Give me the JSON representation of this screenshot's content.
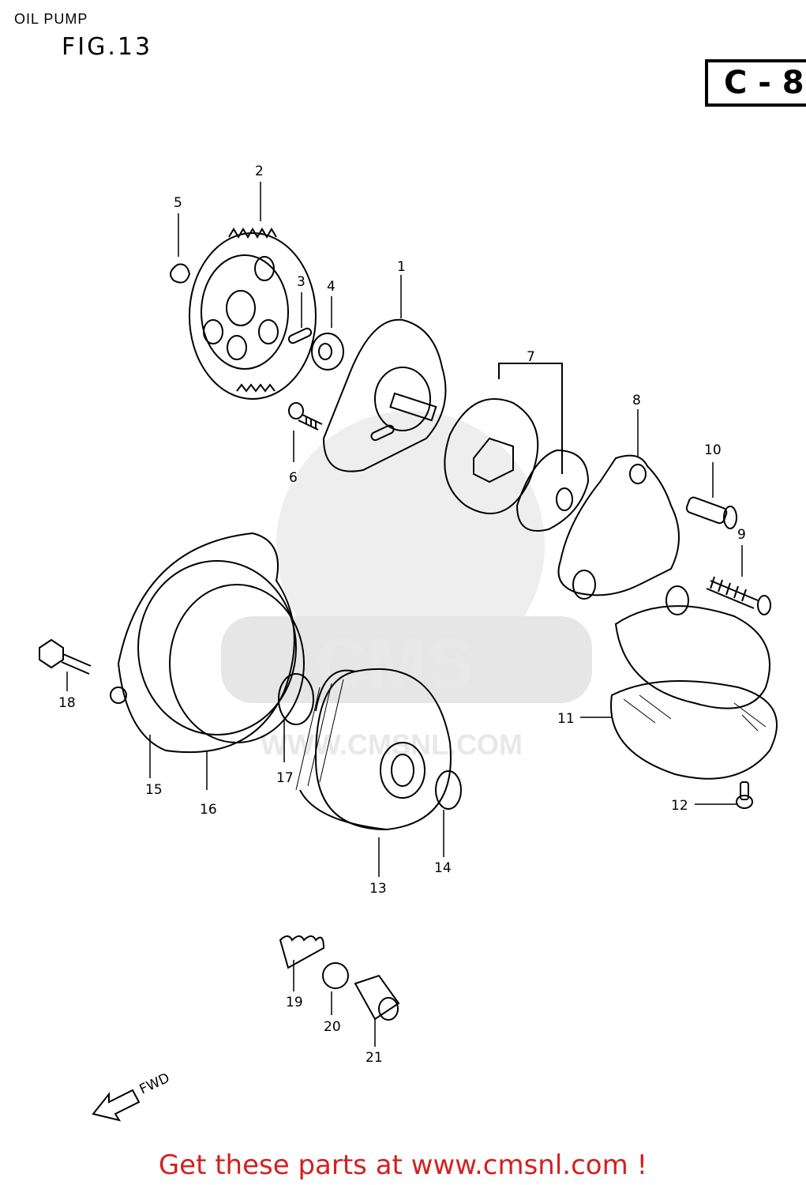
{
  "header": {
    "section_title": "OIL PUMP",
    "figure_label": "FIG.13",
    "ref_box": "C - 8"
  },
  "watermark": {
    "brand": "CMS",
    "url": "WWW.CMSNL.COM"
  },
  "direction_label": "FWD",
  "part_numbers": [
    "1",
    "2",
    "3",
    "4",
    "5",
    "6",
    "7",
    "8",
    "9",
    "10",
    "11",
    "12",
    "13",
    "14",
    "15",
    "16",
    "17",
    "18",
    "19",
    "20",
    "21"
  ],
  "footer": {
    "text": "Get these parts at www.cmsnl.com !",
    "color": "#d42020"
  }
}
